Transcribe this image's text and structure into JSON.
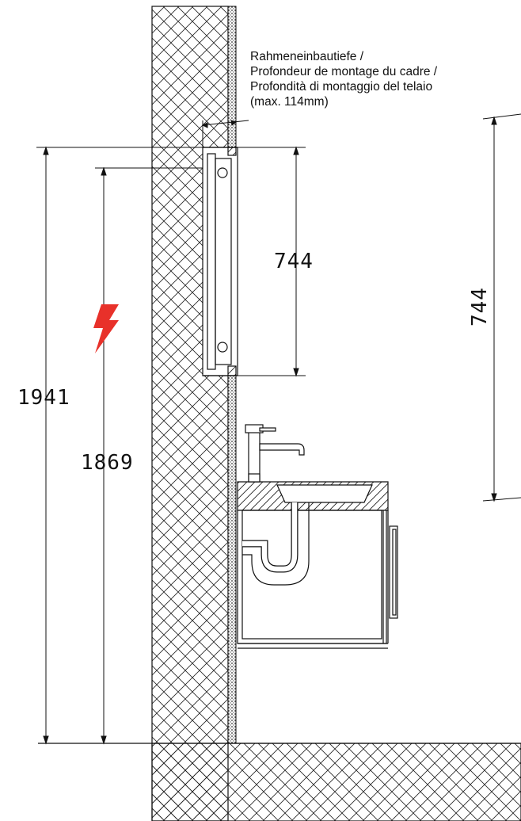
{
  "note": {
    "line1": "Rahmeneinbautiefe /",
    "line2": "Profondeur de montage du cadre /",
    "line3": "Profondità di montaggio del telaio",
    "line4": "(max. 114mm)"
  },
  "dimensions": {
    "total_height": "1941",
    "outlet_height": "1869",
    "mirror_height": "744",
    "mirror_height_rotated": "744"
  },
  "icons": {
    "electric": "lightning-bolt-icon"
  },
  "colors": {
    "electric": "#e8312a",
    "line": "#111111"
  }
}
